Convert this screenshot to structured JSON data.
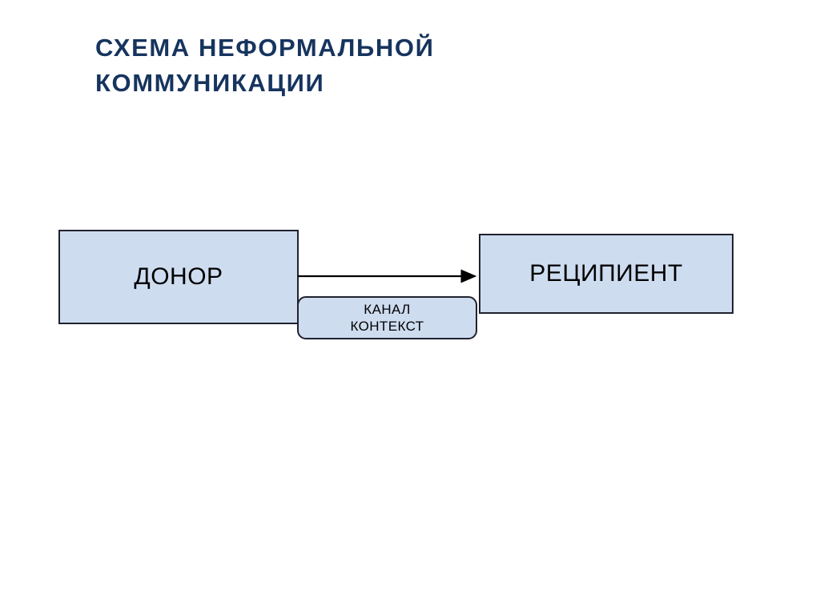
{
  "slide": {
    "background_color": "#ffffff",
    "title": "СХЕМА НЕФОРМАЛЬНОЙ\nКОММУНИКАЦИИ",
    "title_color": "#16345e"
  },
  "diagram": {
    "type": "flow",
    "node_fill_color": "#cedcf0",
    "node_border_color": "#20222e",
    "arrow_color": "#000000",
    "nodes": [
      {
        "id": "donor",
        "label": "ДОНОР",
        "shape": "rectangle"
      },
      {
        "id": "channel",
        "label": "КАНАЛ\nКОНТЕКСТ",
        "shape": "rounded-rectangle"
      },
      {
        "id": "recipient",
        "label": "РЕЦИПИЕНТ",
        "shape": "rectangle"
      }
    ],
    "connectors": [
      {
        "id": "donor-to-recipient",
        "from": "donor",
        "to": "recipient",
        "style": "solid-arrow",
        "direction": "right",
        "label": ""
      }
    ]
  }
}
